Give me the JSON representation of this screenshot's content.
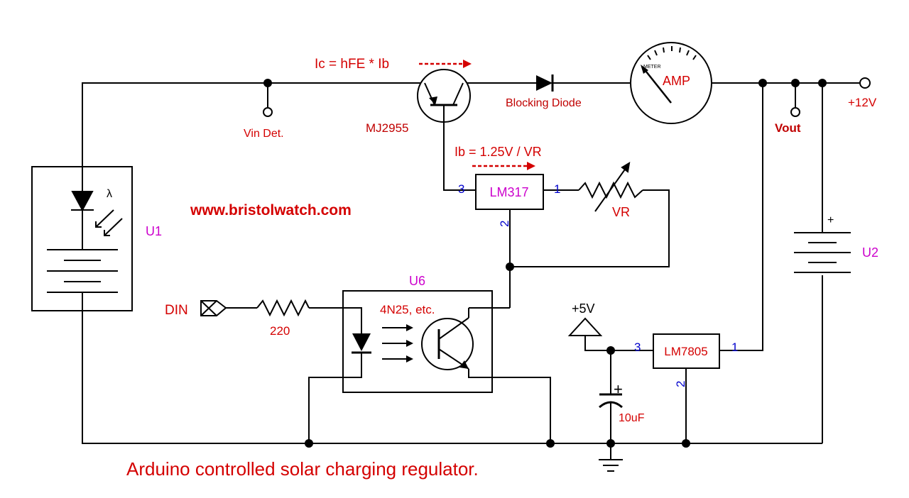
{
  "labels": {
    "ic_formula": "Ic = hFE * Ib",
    "ib_formula": "Ib = 1.25V / VR",
    "blocking_diode": "Blocking Diode",
    "vin_det": "Vin Det.",
    "mj2955": "MJ2955",
    "meter_top": "METER",
    "meter_amp": "AMP",
    "vout": "Vout",
    "plus12v": "+12V",
    "lm317": "LM317",
    "lm317_pin3": "3",
    "lm317_pin1": "1",
    "lm317_pin2": "2",
    "vr": "VR",
    "website": "www.bristolwatch.com",
    "u1": "U1",
    "u2": "U2",
    "u2_plus": "+",
    "u6": "U6",
    "optocoupler": "4N25, etc.",
    "din": "DIN",
    "r220": "220",
    "plus5v": "+5V",
    "lm7805": "LM7805",
    "lm7805_pin3": "3",
    "lm7805_pin1": "1",
    "lm7805_pin2": "2",
    "cap": "10uF",
    "cap_plus": "+",
    "solar_lambda": "λ",
    "caption": "Arduino controlled solar charging regulator."
  },
  "colors": {
    "wire": "#000000",
    "annotation": "#d40000",
    "component_name": "#cc00cc",
    "pin_number": "#0000cc"
  }
}
